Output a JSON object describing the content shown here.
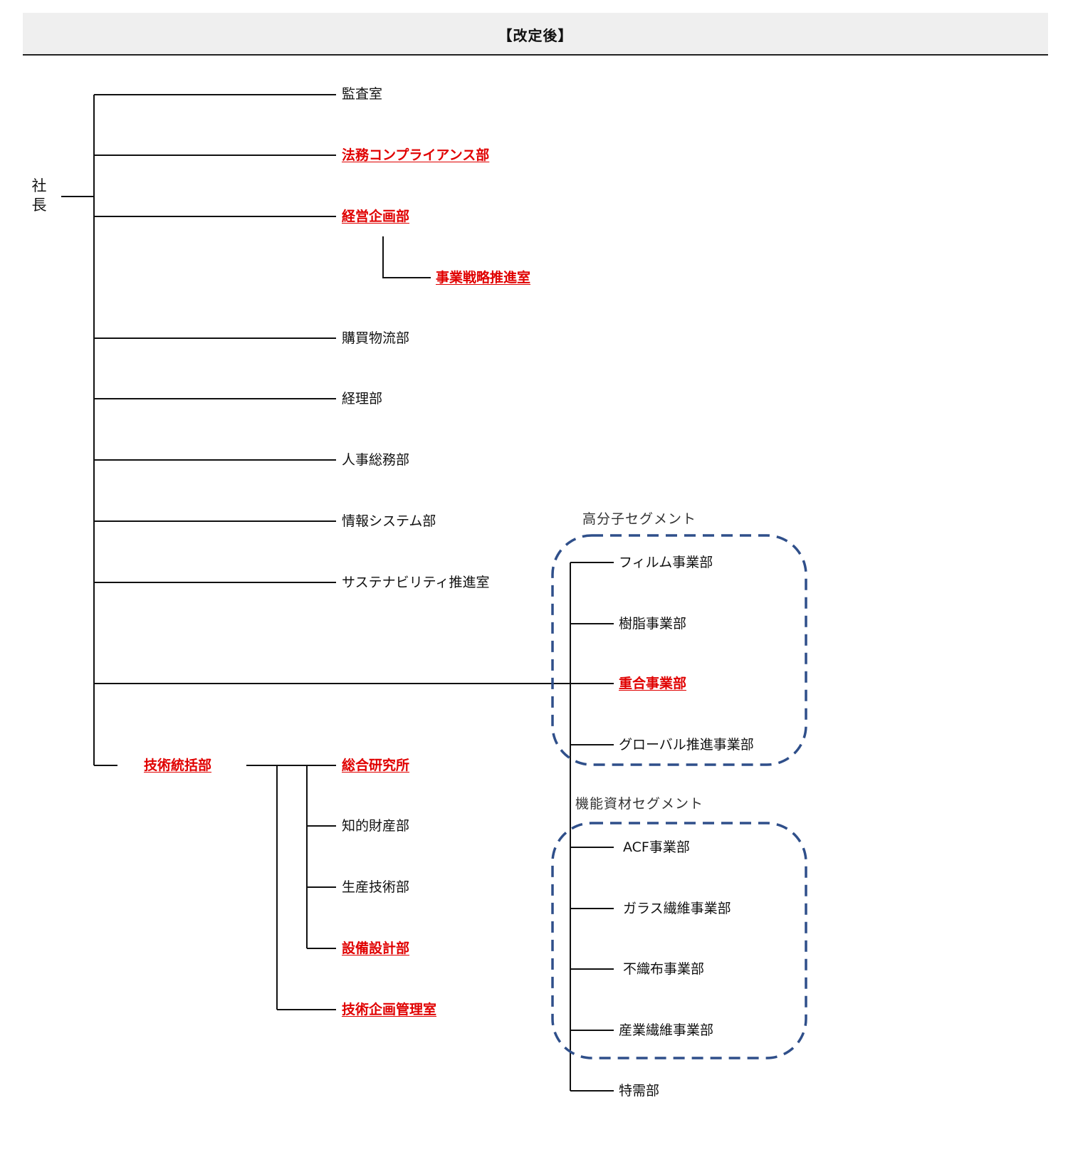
{
  "header": {
    "title": "【改定後】"
  },
  "ceo": {
    "char1": "社",
    "char2": "長"
  },
  "departments": {
    "audit": "監査室",
    "legal": "法務コンプライアンス部",
    "planning": "経営企画部",
    "strategy": "事業戦略推進室",
    "purchasing": "購買物流部",
    "accounting": "経理部",
    "hr": "人事総務部",
    "it": "情報システム部",
    "sustainability": "サステナビリティ推進室",
    "tech_head": "技術統括部",
    "research": "総合研究所",
    "ip": "知的財産部",
    "production_tech": "生産技術部",
    "equipment": "設備設計部",
    "tech_planning": "技術企画管理室"
  },
  "segments": {
    "polymer": {
      "title": "高分子セグメント",
      "items": [
        "フィルム事業部",
        "樹脂事業部",
        "重合事業部",
        "グローバル推進事業部"
      ]
    },
    "functional": {
      "title": "機能資材セグメント",
      "items": [
        "ACF事業部",
        "ガラス繊維事業部",
        "不織布事業部",
        "産業繊維事業部"
      ]
    },
    "special": "特需部"
  },
  "colors": {
    "changed_text": "#e00000",
    "segment_border": "#2f4f8a",
    "line": "#111111"
  }
}
